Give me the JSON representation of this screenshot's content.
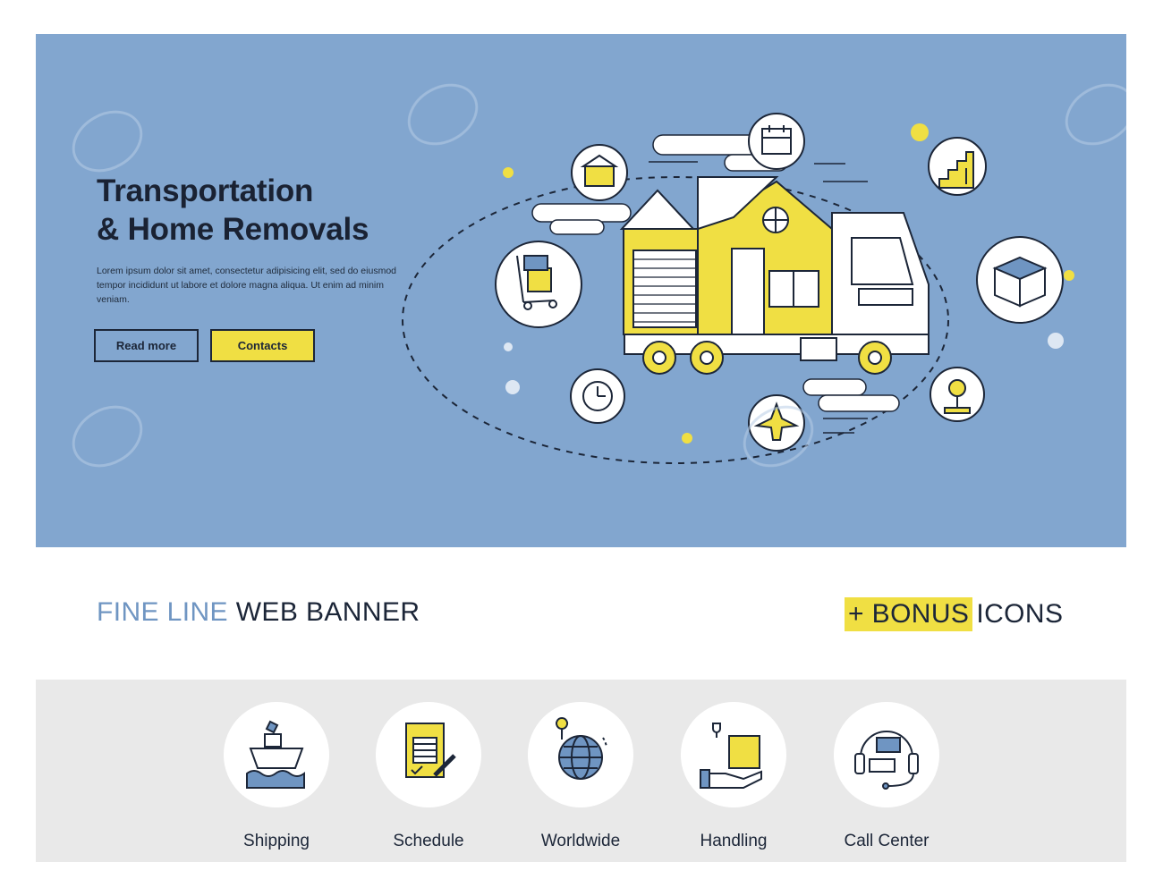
{
  "hero": {
    "title_line1": "Transportation",
    "title_line2": "& Home Removals",
    "body": "Lorem ipsum dolor sit amet, consectetur adipisicing elit, sed do eiusmod tempor incididunt ut labore et dolore magna aliqua. Ut enim ad minim veniam.",
    "read_more": "Read more",
    "contacts": "Contacts"
  },
  "banner": {
    "fine_line": "FINE LINE",
    "web_banner": "WEB BANNER",
    "bonus_prefix": "+ BONUS",
    "icons": "ICONS"
  },
  "icons": [
    {
      "label": "Shipping",
      "icon": "ship-icon"
    },
    {
      "label": "Schedule",
      "icon": "document-pencil-icon"
    },
    {
      "label": "Worldwide",
      "icon": "globe-pin-icon"
    },
    {
      "label": "Handling",
      "icon": "hand-box-icon"
    },
    {
      "label": "Call Center",
      "icon": "headset-chat-icon"
    }
  ],
  "colors": {
    "hero_bg": "#82a6cf",
    "accent_yellow": "#f0df43",
    "accent_blue": "#6f95c2",
    "dark": "#1c2638",
    "strip_bg": "#e9e9e9"
  }
}
